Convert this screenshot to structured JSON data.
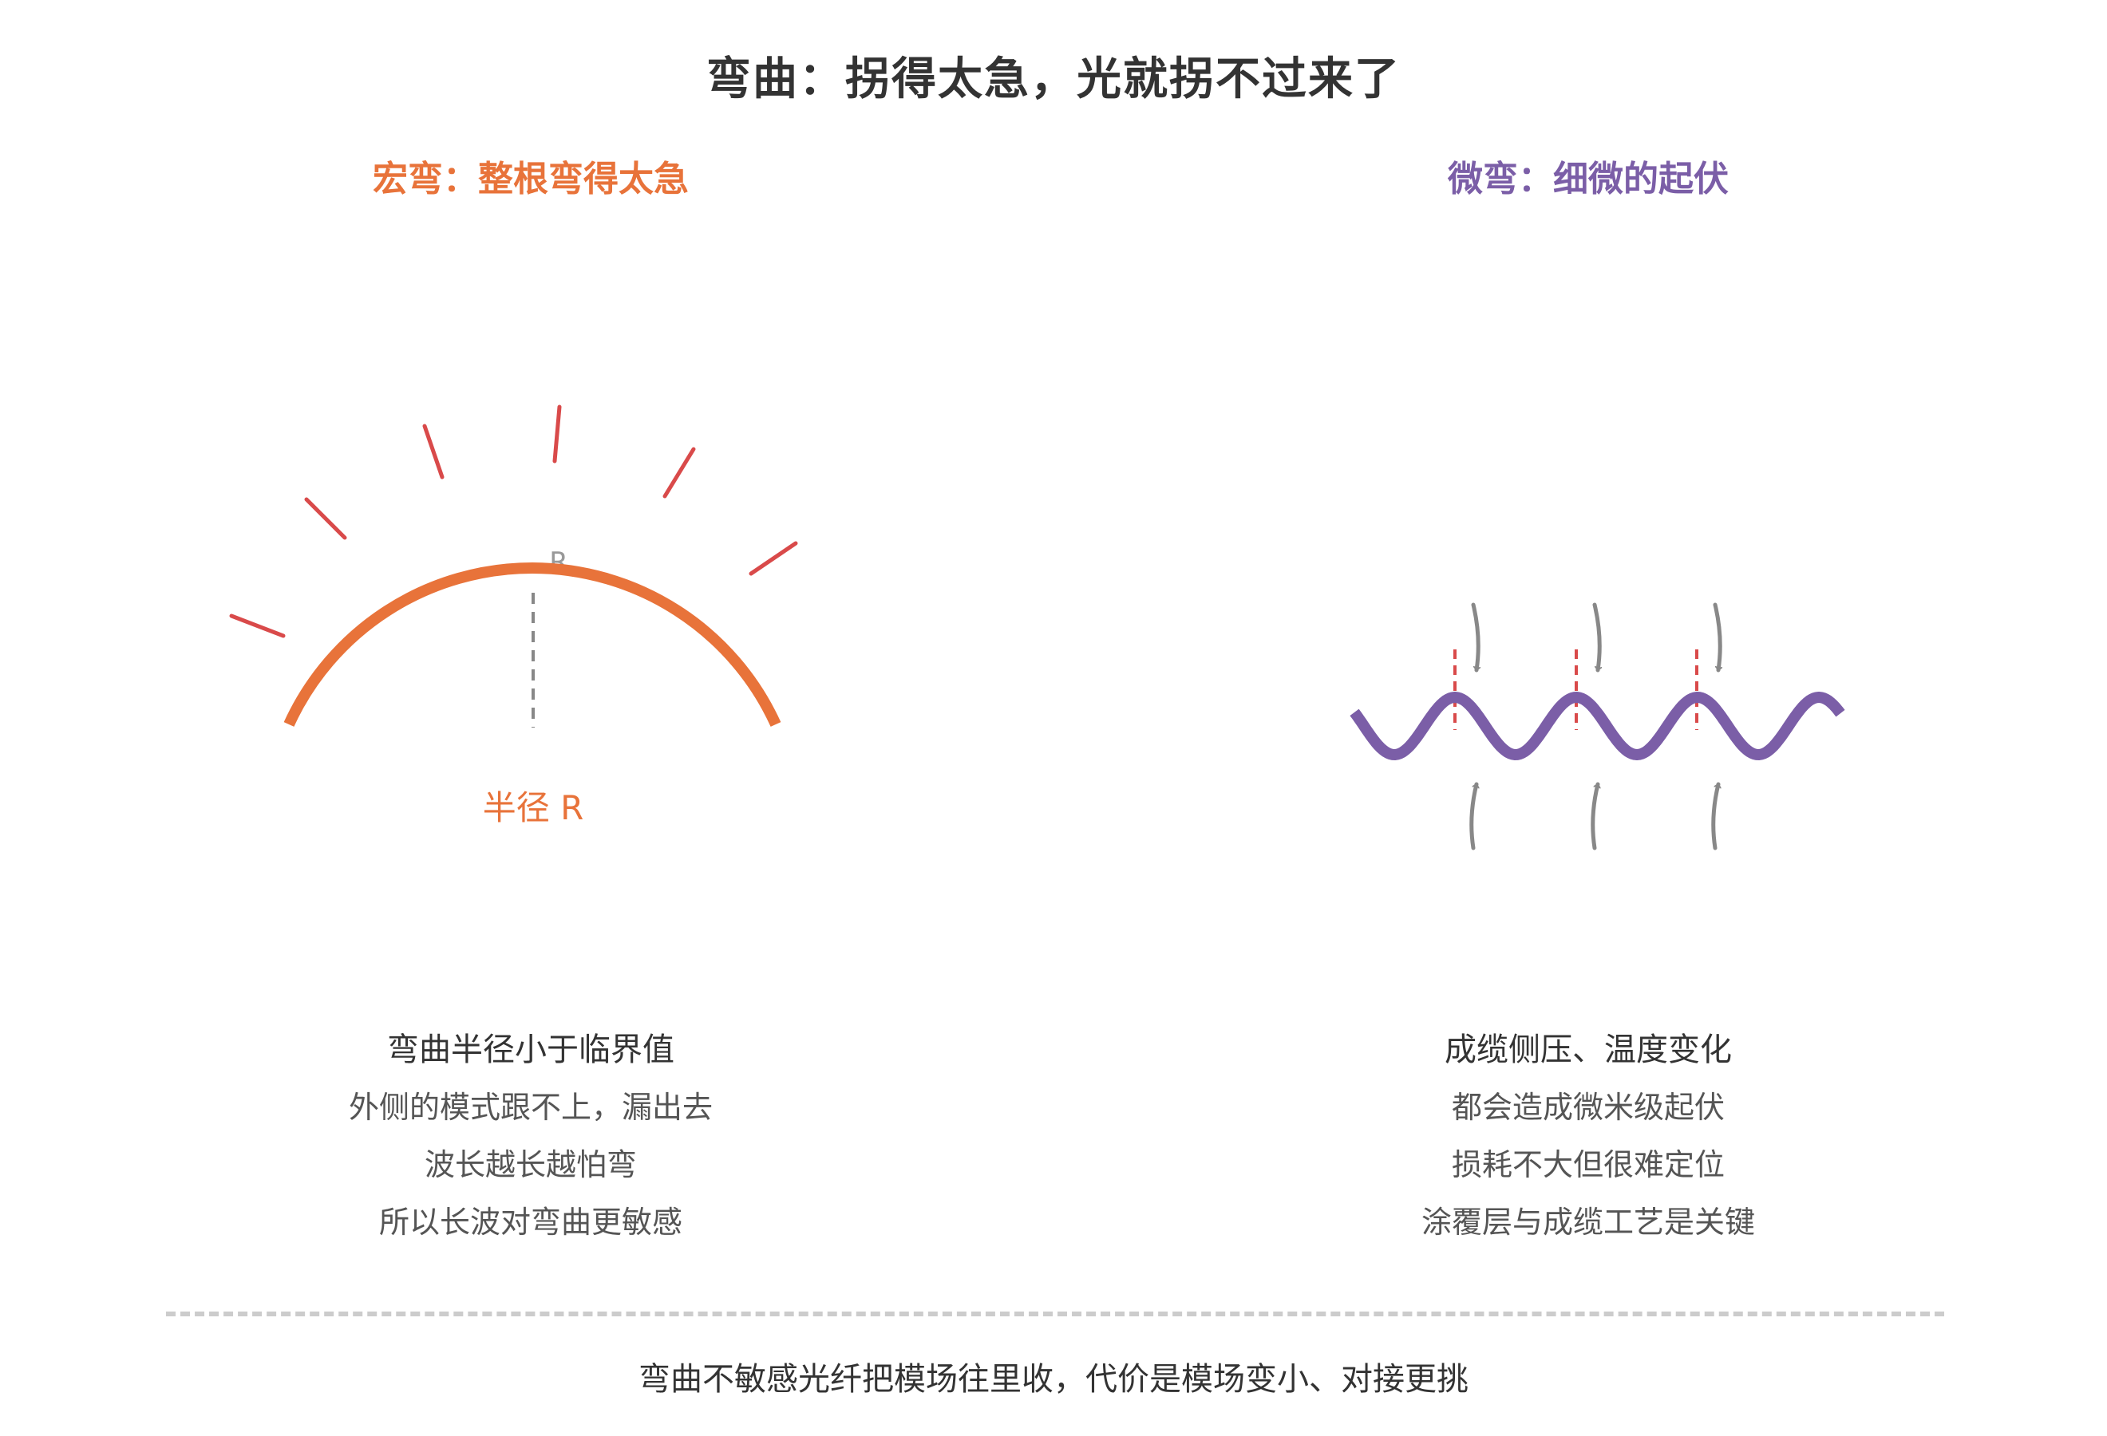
{
  "title": "弯曲：拐得太急，光就拐不过来了",
  "left_panel": {
    "title": "宏弯：整根弯得太急",
    "radius_mark": "R",
    "radius_label": "半径 R",
    "captions": [
      "弯曲半径小于临界值",
      "外侧的模式跟不上，漏出去",
      "波长越长越怕弯",
      "所以长波对弯曲更敏感"
    ]
  },
  "right_panel": {
    "title": "微弯：细微的起伏",
    "captions": [
      "成缆侧压、温度变化",
      "都会造成微米级起伏",
      "损耗不大但很难定位",
      "涂覆层与成缆工艺是关键"
    ]
  },
  "footer": "弯曲不敏感光纤把模场往里收，代价是模场变小、对接更挑",
  "colors": {
    "macro_accent": "#E8733A",
    "micro_accent": "#7B5EA7",
    "leak_ray": "#D94A4A",
    "arrow_gray": "#888888",
    "radius_gray": "#888888",
    "title_text": "#333333",
    "caption_text": "#555555",
    "divider": "#CCCCCC"
  }
}
